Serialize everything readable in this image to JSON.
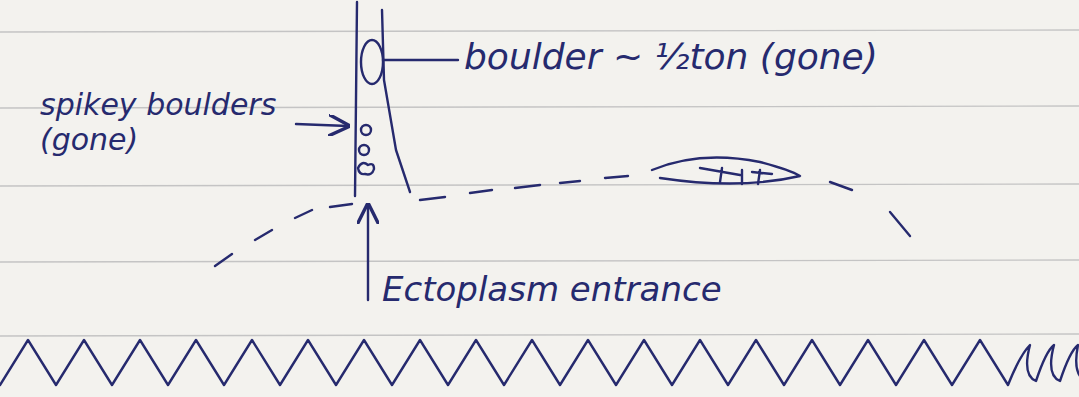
{
  "diagram": {
    "labels": [
      "spikey boulders (gone)",
      "boulder ~ ½ton (gone)",
      "Ectoplasm entrance"
    ]
  }
}
